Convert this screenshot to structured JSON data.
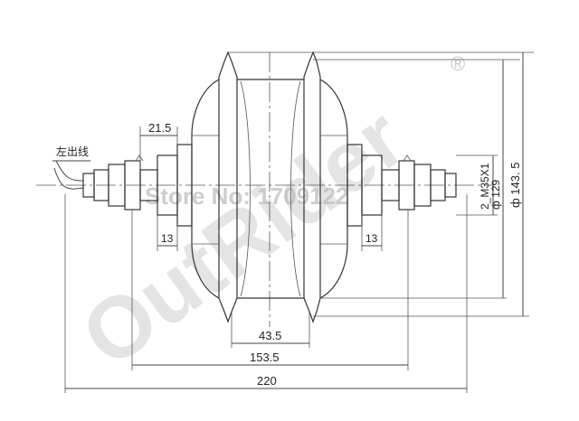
{
  "diagram": {
    "wire_label": "左出线",
    "dimensions": {
      "d_21_5": "21.5",
      "d_13_left": "13",
      "d_13_right": "13",
      "d_43_5": "43.5",
      "d_153_5": "153.5",
      "d_220": "220",
      "thread": "2_M35X1",
      "dia_129": "ф 129",
      "dia_143_5": "ф 143. 5"
    },
    "watermark": {
      "brand": "OutRider",
      "registered": "®",
      "store": "Store No: 1709122"
    }
  }
}
